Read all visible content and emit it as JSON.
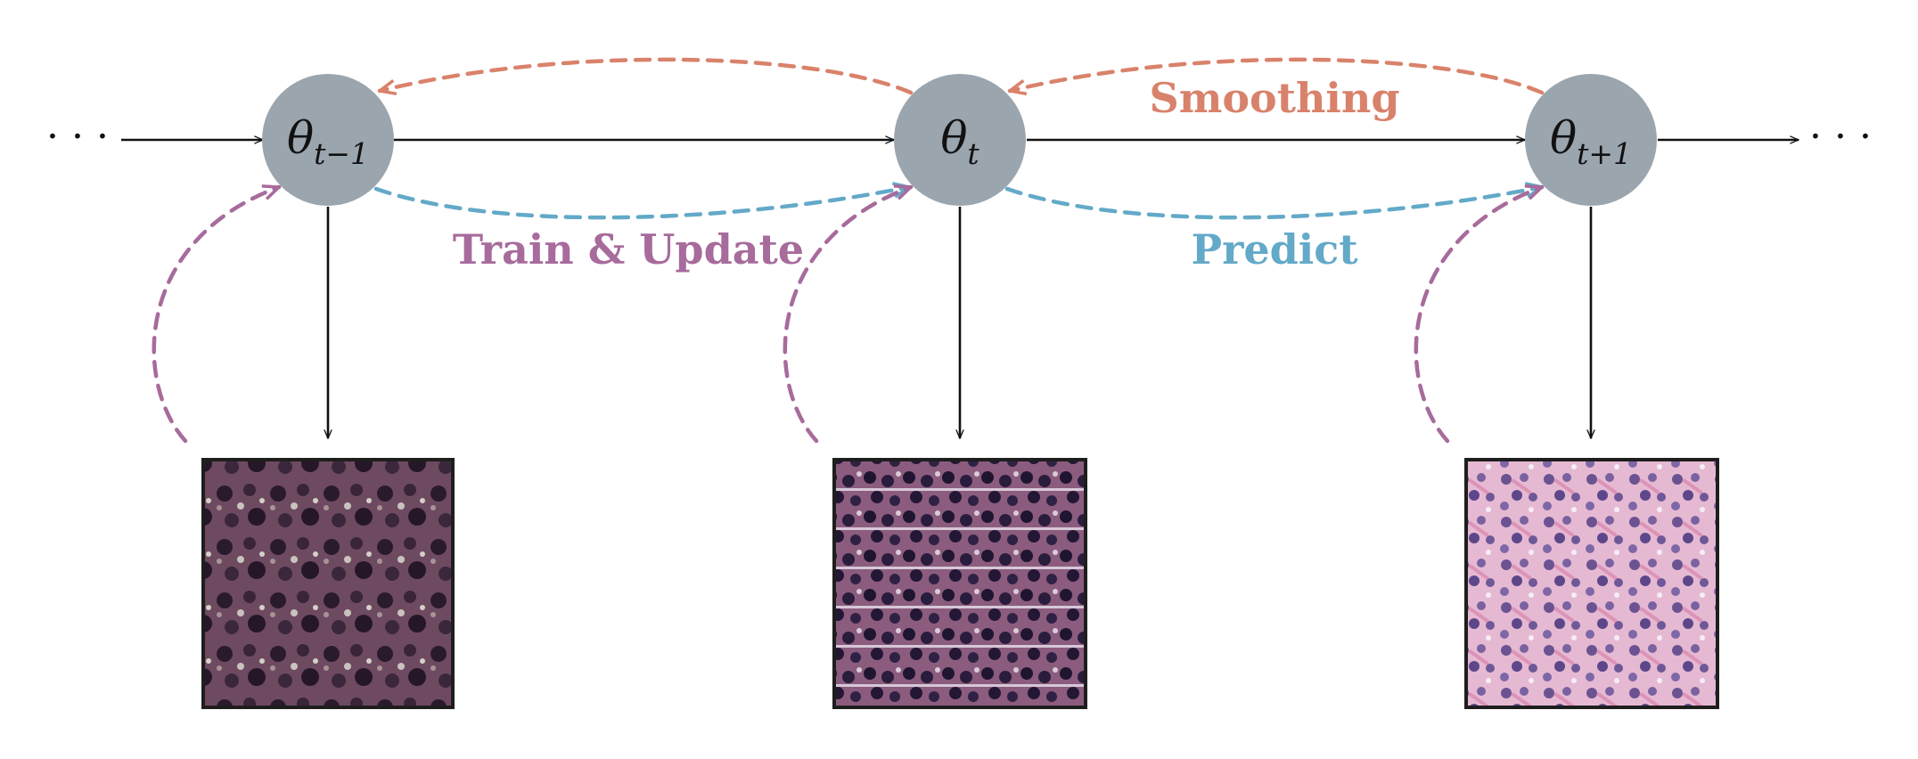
{
  "nodes": [
    {
      "symbol": "θ",
      "subscript": "t−1"
    },
    {
      "symbol": "θ",
      "subscript": "t"
    },
    {
      "symbol": "θ",
      "subscript": "t+1"
    }
  ],
  "ellipsis_left": "· · ·",
  "ellipsis_right": "· · ·",
  "labels": {
    "smoothing": "Smoothing",
    "train_update": "Train & Update",
    "predict": "Predict"
  },
  "colors": {
    "node": "#9ba5ae",
    "smoothing": "#d9826b",
    "train_update": "#a76b9c",
    "predict": "#63a9c8"
  },
  "images": [
    {
      "description_icon": "histology-tile-dark-purple"
    },
    {
      "description_icon": "histology-tile-dense-nuclei"
    },
    {
      "description_icon": "histology-tile-pink-stained"
    }
  ]
}
